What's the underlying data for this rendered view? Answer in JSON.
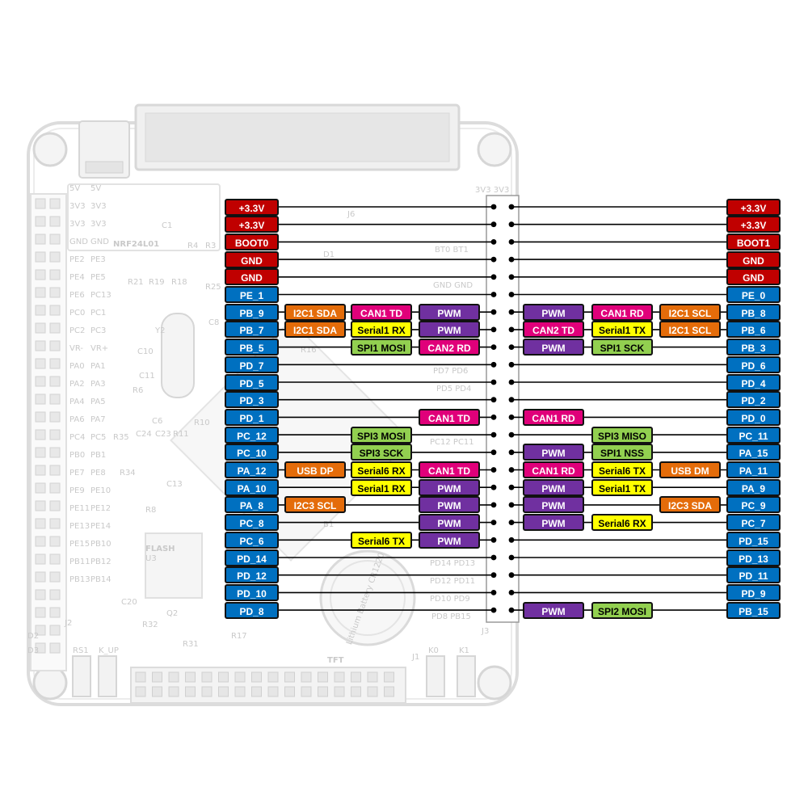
{
  "colors": {
    "power": "#c00000",
    "gpio": "#0070c0",
    "pwm": "#7030a0",
    "can": "#e0007a",
    "uart": "#ffff00",
    "spi": "#92d050",
    "i2c": "#e46c0a",
    "usb": "#e46c0a",
    "board_silk": "#c9c9c9",
    "wire": "#000000"
  },
  "board": {
    "silk_left_col1": [
      "5V",
      "3V3",
      "3V3",
      "GND",
      "PE2",
      "PE4",
      "PE6",
      "PC0",
      "PC2",
      "VR-",
      "PA0",
      "PA2",
      "PA4",
      "PA6",
      "PC4",
      "PB0",
      "PE7",
      "PE9",
      "PE11",
      "PE13",
      "PE15",
      "PB11",
      "PB13"
    ],
    "silk_left_col2": [
      "5V",
      "3V3",
      "3V3",
      "GND",
      "PE3",
      "PE5",
      "PC13",
      "PC1",
      "PC3",
      "VR+",
      "PA1",
      "PA3",
      "PA5",
      "PA7",
      "PC5",
      "PB1",
      "PE8",
      "PE10",
      "PE12",
      "PE14",
      "PB10",
      "PB12",
      "PB14"
    ],
    "module_label": "NRF24L01",
    "flash_label": "FLASH",
    "tft_label": "TFT",
    "header_label": "J3",
    "battery_label": "Lithium Battery CR1220",
    "buttons": [
      "RS1",
      "K_UP",
      "K0",
      "K1"
    ],
    "misc_labels": [
      "J6",
      "C1",
      "R4",
      "R3",
      "D1",
      "Y2",
      "C8",
      "C10",
      "C11",
      "R6",
      "C6",
      "R10",
      "R35",
      "C24",
      "C23",
      "R11",
      "R34",
      "C13",
      "R8",
      "B1",
      "C20",
      "R32",
      "Q2",
      "R31",
      "R17",
      "J2",
      "D2",
      "D3",
      "R21",
      "R19",
      "R18",
      "R25",
      "J1",
      "U3",
      "R16"
    ],
    "j3_pin_labels": [
      "PD7 PD6",
      "PD5 PD4",
      "PC12 PC11",
      "PD14 PD13",
      "PD12 PD11",
      "PD10 PD9",
      "PD8 PB15",
      "BT0 BT1",
      "GND GND",
      "3V3 3V3"
    ]
  },
  "pinout": {
    "rows": [
      {
        "left": {
          "label": "+3.3V",
          "kind": "power"
        },
        "right": {
          "label": "+3.3V",
          "kind": "power"
        },
        "left_funcs": [],
        "right_funcs": []
      },
      {
        "left": {
          "label": "+3.3V",
          "kind": "power"
        },
        "right": {
          "label": "+3.3V",
          "kind": "power"
        },
        "left_funcs": [],
        "right_funcs": []
      },
      {
        "left": {
          "label": "BOOT0",
          "kind": "power"
        },
        "right": {
          "label": "BOOT1",
          "kind": "power"
        },
        "left_funcs": [],
        "right_funcs": []
      },
      {
        "left": {
          "label": "GND",
          "kind": "power"
        },
        "right": {
          "label": "GND",
          "kind": "power"
        },
        "left_funcs": [],
        "right_funcs": []
      },
      {
        "left": {
          "label": "GND",
          "kind": "power"
        },
        "right": {
          "label": "GND",
          "kind": "power"
        },
        "left_funcs": [],
        "right_funcs": []
      },
      {
        "left": {
          "label": "PE_1",
          "kind": "gpio"
        },
        "right": {
          "label": "PE_0",
          "kind": "gpio"
        },
        "left_funcs": [],
        "right_funcs": []
      },
      {
        "left": {
          "label": "PB_9",
          "kind": "gpio"
        },
        "right": {
          "label": "PB_8",
          "kind": "gpio"
        },
        "left_funcs": [
          {
            "label": "I2C1 SDA",
            "kind": "i2c",
            "slot": 1
          },
          {
            "label": "CAN1 TD",
            "kind": "can",
            "slot": 2
          },
          {
            "label": "PWM",
            "kind": "pwm",
            "slot": 3
          }
        ],
        "right_funcs": [
          {
            "label": "PWM",
            "kind": "pwm",
            "slot": 3
          },
          {
            "label": "CAN1 RD",
            "kind": "can",
            "slot": 2
          },
          {
            "label": "I2C1 SCL",
            "kind": "i2c",
            "slot": 1
          }
        ]
      },
      {
        "left": {
          "label": "PB_7",
          "kind": "gpio"
        },
        "right": {
          "label": "PB_6",
          "kind": "gpio"
        },
        "left_funcs": [
          {
            "label": "I2C1 SDA",
            "kind": "i2c",
            "slot": 1
          },
          {
            "label": "Serial1 RX",
            "kind": "uart",
            "slot": 2
          },
          {
            "label": "PWM",
            "kind": "pwm",
            "slot": 3
          }
        ],
        "right_funcs": [
          {
            "label": "CAN2 TD",
            "kind": "can",
            "slot": 3
          },
          {
            "label": "Serial1 TX",
            "kind": "uart",
            "slot": 2
          },
          {
            "label": "I2C1 SCL",
            "kind": "i2c",
            "slot": 1
          }
        ]
      },
      {
        "left": {
          "label": "PB_5",
          "kind": "gpio"
        },
        "right": {
          "label": "PB_3",
          "kind": "gpio"
        },
        "left_funcs": [
          {
            "label": "SPI1 MOSI",
            "kind": "spi",
            "slot": 2
          },
          {
            "label": "CAN2 RD",
            "kind": "can",
            "slot": 3
          }
        ],
        "right_funcs": [
          {
            "label": "PWM",
            "kind": "pwm",
            "slot": 3
          },
          {
            "label": "SPI1 SCK",
            "kind": "spi",
            "slot": 2
          }
        ]
      },
      {
        "left": {
          "label": "PD_7",
          "kind": "gpio"
        },
        "right": {
          "label": "PD_6",
          "kind": "gpio"
        },
        "left_funcs": [],
        "right_funcs": []
      },
      {
        "left": {
          "label": "PD_5",
          "kind": "gpio"
        },
        "right": {
          "label": "PD_4",
          "kind": "gpio"
        },
        "left_funcs": [],
        "right_funcs": []
      },
      {
        "left": {
          "label": "PD_3",
          "kind": "gpio"
        },
        "right": {
          "label": "PD_2",
          "kind": "gpio"
        },
        "left_funcs": [],
        "right_funcs": []
      },
      {
        "left": {
          "label": "PD_1",
          "kind": "gpio"
        },
        "right": {
          "label": "PD_0",
          "kind": "gpio"
        },
        "left_funcs": [
          {
            "label": "CAN1 TD",
            "kind": "can",
            "slot": 3
          }
        ],
        "right_funcs": [
          {
            "label": "CAN1 RD",
            "kind": "can",
            "slot": 3
          }
        ]
      },
      {
        "left": {
          "label": "PC_12",
          "kind": "gpio"
        },
        "right": {
          "label": "PC_11",
          "kind": "gpio"
        },
        "left_funcs": [
          {
            "label": "SPI3 MOSI",
            "kind": "spi",
            "slot": 2
          }
        ],
        "right_funcs": [
          {
            "label": "SPI3 MISO",
            "kind": "spi",
            "slot": 2
          }
        ]
      },
      {
        "left": {
          "label": "PC_10",
          "kind": "gpio"
        },
        "right": {
          "label": "PA_15",
          "kind": "gpio"
        },
        "left_funcs": [
          {
            "label": "SPI3 SCK",
            "kind": "spi",
            "slot": 2
          }
        ],
        "right_funcs": [
          {
            "label": "PWM",
            "kind": "pwm",
            "slot": 3
          },
          {
            "label": "SPI1 NSS",
            "kind": "spi",
            "slot": 2
          }
        ]
      },
      {
        "left": {
          "label": "PA_12",
          "kind": "gpio"
        },
        "right": {
          "label": "PA_11",
          "kind": "gpio"
        },
        "left_funcs": [
          {
            "label": "USB DP",
            "kind": "usb",
            "slot": 1
          },
          {
            "label": "Serial6 RX",
            "kind": "uart",
            "slot": 2
          },
          {
            "label": "CAN1 TD",
            "kind": "can",
            "slot": 3
          }
        ],
        "right_funcs": [
          {
            "label": "CAN1 RD",
            "kind": "can",
            "slot": 3
          },
          {
            "label": "Serial6 TX",
            "kind": "uart",
            "slot": 2
          },
          {
            "label": "USB DM",
            "kind": "usb",
            "slot": 1
          }
        ]
      },
      {
        "left": {
          "label": "PA_10",
          "kind": "gpio"
        },
        "right": {
          "label": "PA_9",
          "kind": "gpio"
        },
        "left_funcs": [
          {
            "label": "Serial1 RX",
            "kind": "uart",
            "slot": 2
          },
          {
            "label": "PWM",
            "kind": "pwm",
            "slot": 3
          }
        ],
        "right_funcs": [
          {
            "label": "PWM",
            "kind": "pwm",
            "slot": 3
          },
          {
            "label": "Serial1 TX",
            "kind": "uart",
            "slot": 2
          }
        ]
      },
      {
        "left": {
          "label": "PA_8",
          "kind": "gpio"
        },
        "right": {
          "label": "PC_9",
          "kind": "gpio"
        },
        "left_funcs": [
          {
            "label": "I2C3 SCL",
            "kind": "i2c",
            "slot": 1
          },
          {
            "label": "PWM",
            "kind": "pwm",
            "slot": 3
          }
        ],
        "right_funcs": [
          {
            "label": "PWM",
            "kind": "pwm",
            "slot": 3
          },
          {
            "label": "I2C3 SDA",
            "kind": "i2c",
            "slot": 1
          }
        ]
      },
      {
        "left": {
          "label": "PC_8",
          "kind": "gpio"
        },
        "right": {
          "label": "PC_7",
          "kind": "gpio"
        },
        "left_funcs": [
          {
            "label": "PWM",
            "kind": "pwm",
            "slot": 3
          }
        ],
        "right_funcs": [
          {
            "label": "PWM",
            "kind": "pwm",
            "slot": 3
          },
          {
            "label": "Serial6 RX",
            "kind": "uart",
            "slot": 2
          }
        ]
      },
      {
        "left": {
          "label": "PC_6",
          "kind": "gpio"
        },
        "right": {
          "label": "PD_15",
          "kind": "gpio"
        },
        "left_funcs": [
          {
            "label": "Serial6 TX",
            "kind": "uart",
            "slot": 2
          },
          {
            "label": "PWM",
            "kind": "pwm",
            "slot": 3
          }
        ],
        "right_funcs": []
      },
      {
        "left": {
          "label": "PD_14",
          "kind": "gpio"
        },
        "right": {
          "label": "PD_13",
          "kind": "gpio"
        },
        "left_funcs": [],
        "right_funcs": []
      },
      {
        "left": {
          "label": "PD_12",
          "kind": "gpio"
        },
        "right": {
          "label": "PD_11",
          "kind": "gpio"
        },
        "left_funcs": [],
        "right_funcs": []
      },
      {
        "left": {
          "label": "PD_10",
          "kind": "gpio"
        },
        "right": {
          "label": "PD_9",
          "kind": "gpio"
        },
        "left_funcs": [],
        "right_funcs": []
      },
      {
        "left": {
          "label": "PD_8",
          "kind": "gpio"
        },
        "right": {
          "label": "PB_15",
          "kind": "gpio"
        },
        "left_funcs": [],
        "right_funcs": [
          {
            "label": "PWM",
            "kind": "pwm",
            "slot": 3
          },
          {
            "label": "SPI2 MOSI",
            "kind": "spi",
            "slot": 2
          }
        ]
      }
    ]
  }
}
